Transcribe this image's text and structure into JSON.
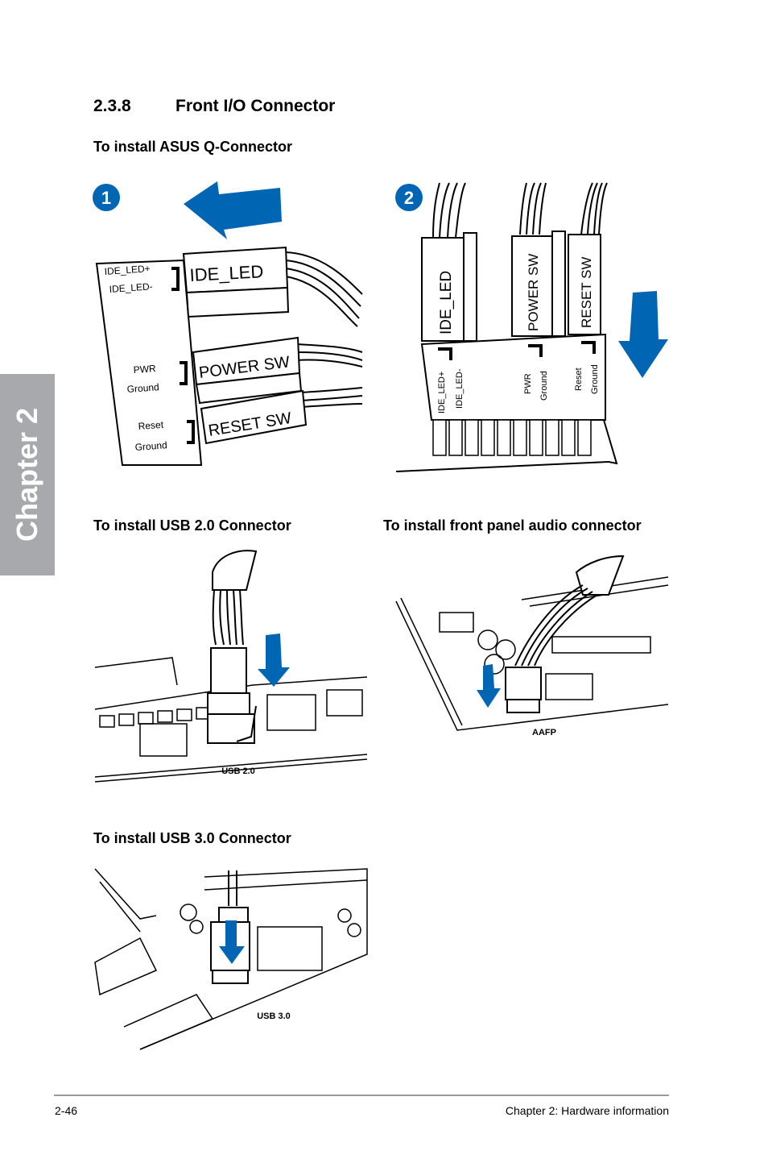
{
  "section": {
    "number": "2.3.8",
    "title": "Front I/O Connector"
  },
  "chapter_tab": "Chapter 2",
  "subheadings": {
    "q_connector": "To install ASUS Q-Connector",
    "usb20": "To install USB 2.0 Connector",
    "audio": "To install front panel audio connector",
    "usb30": "To install USB 3.0 Connector"
  },
  "step_badges": [
    "1",
    "2"
  ],
  "qconn_left": {
    "pins": [
      "IDE_LED+",
      "IDE_LED-",
      "PWR",
      "Ground",
      "Reset",
      "Ground"
    ],
    "plugs": [
      "IDE_LED",
      "POWER SW",
      "RESET SW"
    ]
  },
  "qconn_right": {
    "plugs": [
      "IDE_LED",
      "POWER SW",
      "RESET SW"
    ],
    "pins": [
      "IDE_LED+",
      "IDE_LED-",
      "PWR",
      "Ground",
      "Reset",
      "Ground"
    ]
  },
  "labels": {
    "usb20": "USB 2.0",
    "aafp": "AAFP",
    "usb30": "USB 3.0"
  },
  "footer": {
    "page": "2-46",
    "chapter": "Chapter 2: Hardware information"
  },
  "colors": {
    "arrow": "#0066b3",
    "tab": "#a7a9ac"
  }
}
